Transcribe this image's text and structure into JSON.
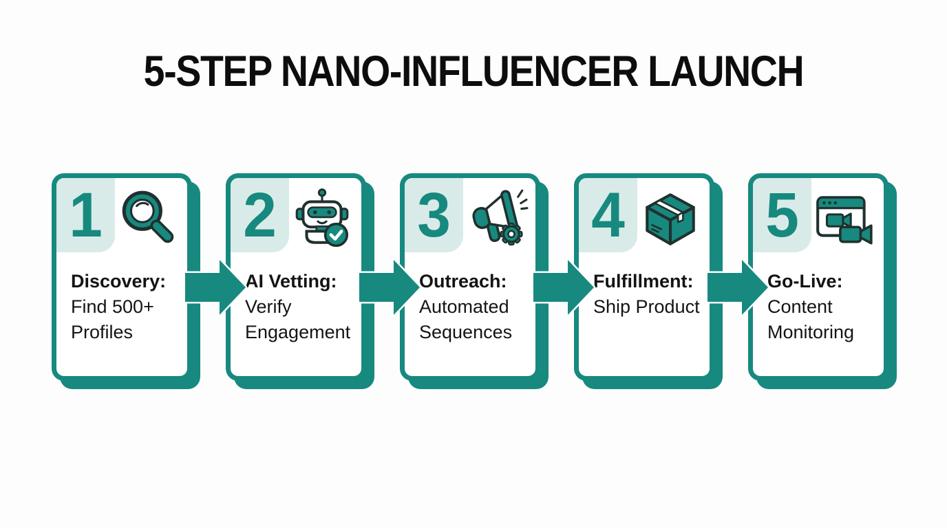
{
  "title": "5-STEP NANO-INFLUENCER LAUNCH",
  "colors": {
    "teal": "#17897f",
    "teal_light": "#d9ebe8",
    "icon_outline": "#20302e",
    "text": "#141414",
    "background": "#fdfdfd",
    "card_background": "#ffffff"
  },
  "steps": [
    {
      "number": "1",
      "icon": "magnifier-icon",
      "heading": "Discovery:",
      "body": "Find 500+ Profiles"
    },
    {
      "number": "2",
      "icon": "robot-check-icon",
      "heading": "AI Vetting:",
      "body": "Verify Engagement"
    },
    {
      "number": "3",
      "icon": "megaphone-gear-icon",
      "heading": "Outreach:",
      "body": "Automated Sequences"
    },
    {
      "number": "4",
      "icon": "package-icon",
      "heading": "Fulfillment:",
      "body": "Ship Product"
    },
    {
      "number": "5",
      "icon": "browser-video-icon",
      "heading": "Go-Live:",
      "body": "Content Monitoring"
    }
  ],
  "connector": {
    "type": "arrow-right",
    "count": 4
  }
}
